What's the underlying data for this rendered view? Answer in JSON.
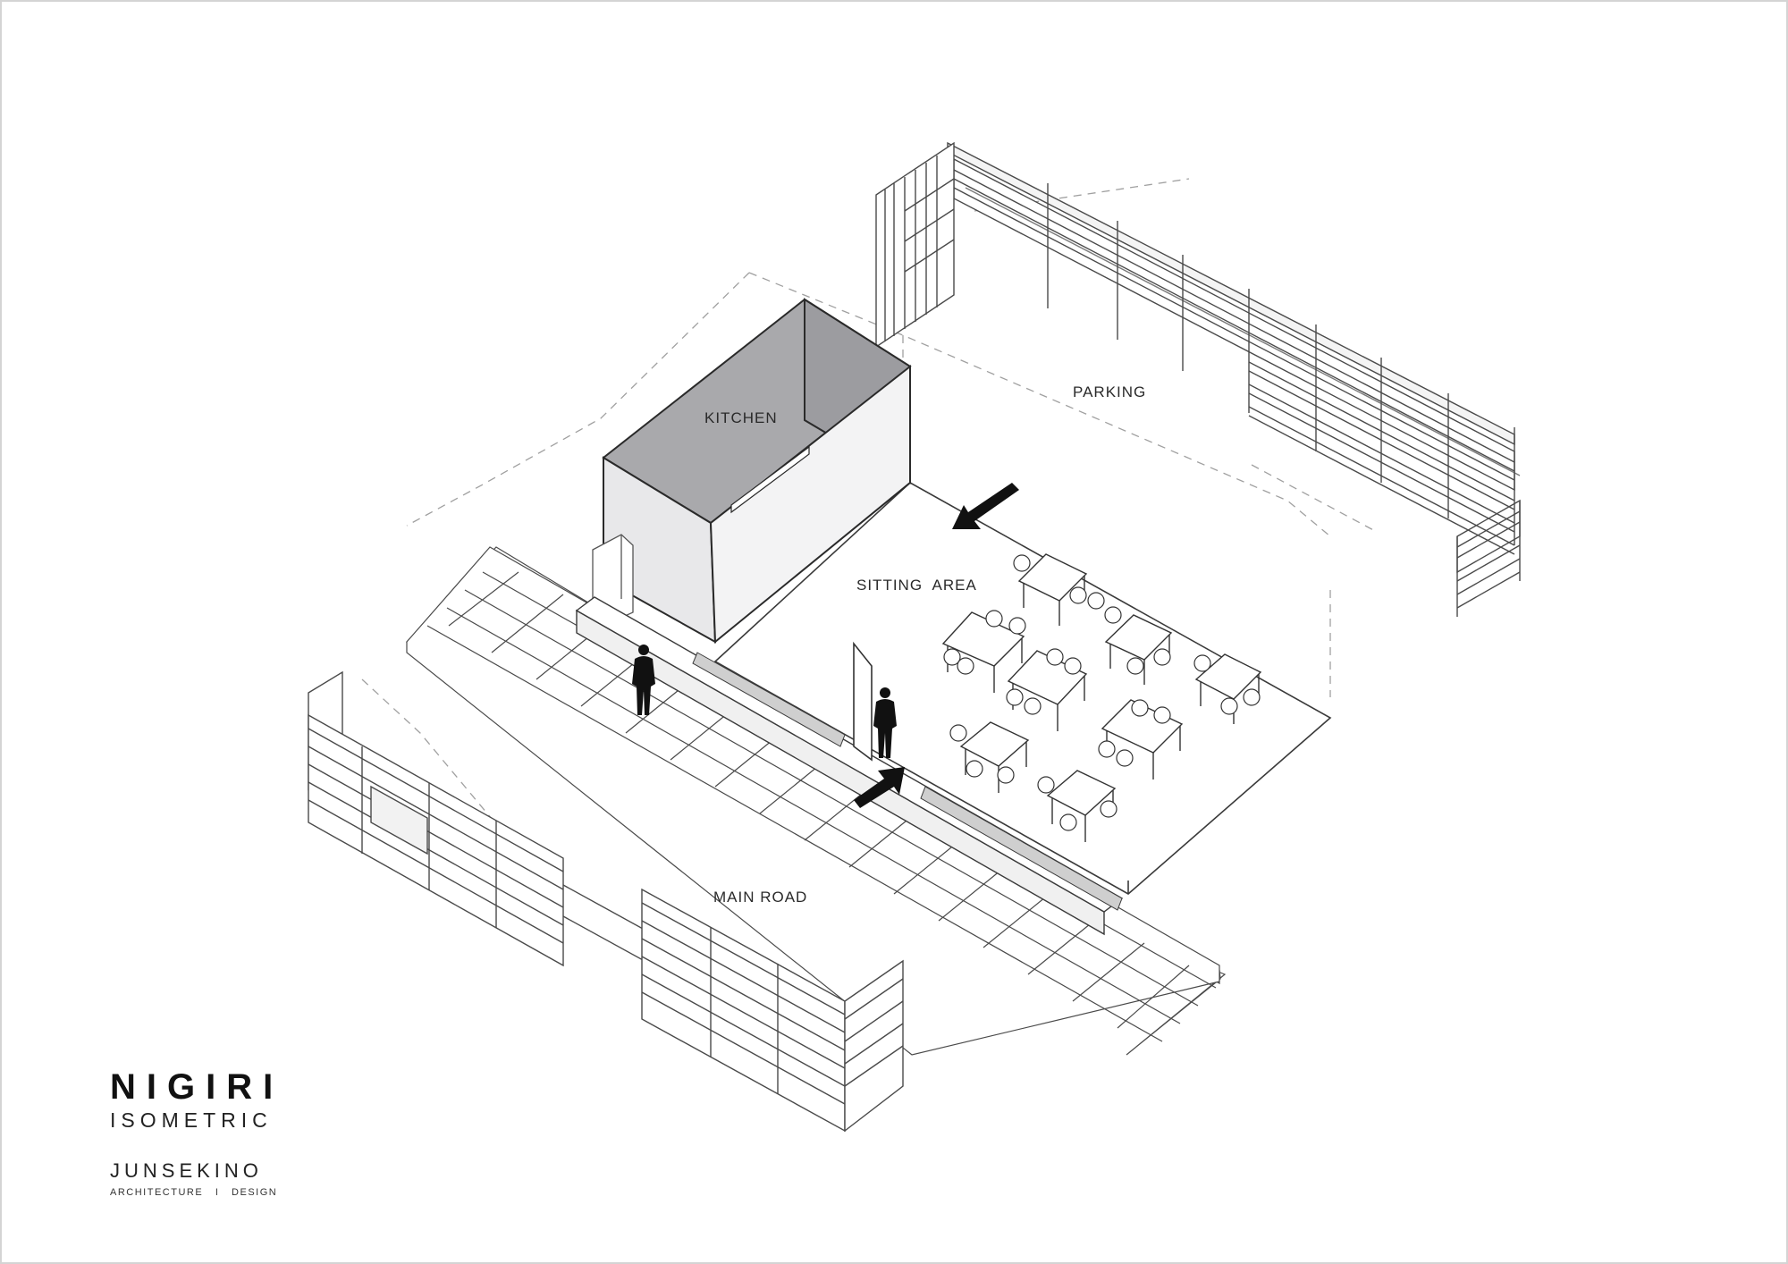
{
  "labels": {
    "kitchen": "KITCHEN",
    "parking": "PARKING",
    "sitting_area": "SITTING  AREA",
    "main_road": "MAIN ROAD"
  },
  "brand": {
    "title": "NIGIRI",
    "subtitle": "ISOMETRIC",
    "firm": "JUNSEKINO",
    "tagline": "ARCHITECTURE   I   DESIGN"
  },
  "colors": {
    "line": "#4a4a4a",
    "kitchen_wall": "#e8e8ea",
    "kitchen_interior": "#a9a9ac",
    "figure": "#111111",
    "arrow": "#111111"
  },
  "icons": {
    "figures": [
      "person-icon",
      "person-icon"
    ],
    "arrows": [
      "arrow-into-sitting-area",
      "arrow-into-sitting-area"
    ]
  }
}
